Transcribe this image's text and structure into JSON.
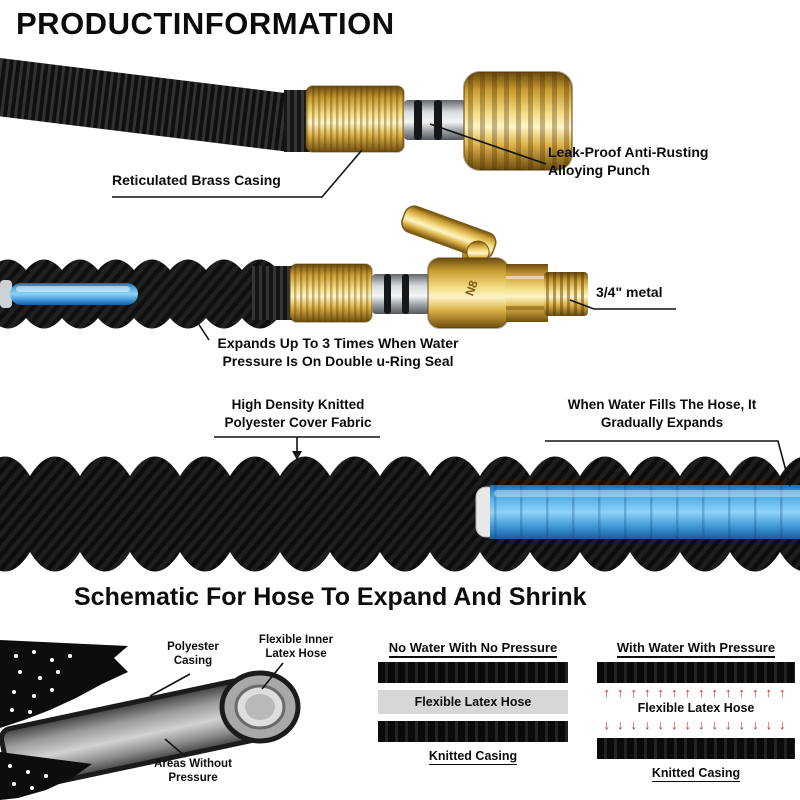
{
  "page": {
    "title": "PRODUCTINFORMATION"
  },
  "annotations": {
    "brass_casing": "Reticulated Brass Casing",
    "alloy_punch": "Leak-Proof Anti-Rusting Alloying Punch",
    "metal_size": "3/4\" metal",
    "expands": "Expands Up To 3 Times When Water Pressure Is On Double u-Ring Seal",
    "knitted_fabric": "High Density Knitted Polyester Cover Fabric",
    "water_fills": "When Water Fills The Hose, It Gradually Expands",
    "valve_stamp": "N8"
  },
  "schematic": {
    "title": "Schematic For Hose To Expand And Shrink",
    "cutaway": {
      "polyester_casing": "Polyester Casing",
      "inner_latex": "Flexible Inner Latex Hose",
      "no_pressure": "Areas Without Pressure"
    },
    "no_water": {
      "title": "No Water With No Pressure",
      "latex": "Flexible Latex Hose",
      "casing": "Knitted Casing"
    },
    "with_water": {
      "title": "With Water With Pressure",
      "latex": "Flexible Latex Hose",
      "casing": "Knitted Casing",
      "up_arrows": "↑↑↑↑↑↑↑↑↑↑↑↑↑↑",
      "down_arrows": "↓↓↓↓↓↓↓↓↓↓↓↓↓↓"
    }
  },
  "colors": {
    "brass_gold": "#e3b84e",
    "latex_blue": "#57b1e9",
    "hose_black": "#0d0d0d",
    "arrow_red": "#d22018",
    "text": "#0c0c0c"
  }
}
